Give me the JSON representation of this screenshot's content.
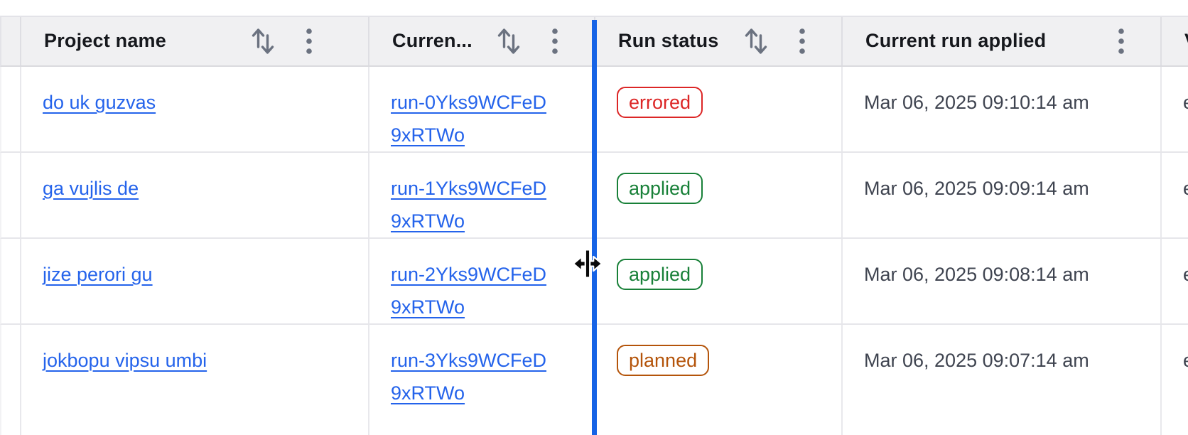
{
  "header": {
    "columns": [
      {
        "id": "row-index",
        "label": ""
      },
      {
        "id": "project-name",
        "label": "Project name",
        "has_sort": true,
        "has_menu": true
      },
      {
        "id": "current-run",
        "label": "Curren...",
        "has_sort": true,
        "has_menu": true
      },
      {
        "id": "run-status",
        "label": "Run status",
        "has_sort": true,
        "has_menu": true
      },
      {
        "id": "current-run-applied",
        "label": "Current run applied",
        "has_sort": false,
        "has_menu": true
      },
      {
        "id": "next-column",
        "label": "V",
        "has_sort": false,
        "has_menu": false
      }
    ]
  },
  "rows": [
    {
      "project_name": "do uk guzvas",
      "current_run": "run-0Yks9WCFeD9xRTWo",
      "run_status": "errored",
      "current_run_applied": "Mar 06, 2025 09:10:14 am",
      "next_cell": "e"
    },
    {
      "project_name": "ga vujlis de",
      "current_run": "run-1Yks9WCFeD9xRTWo",
      "run_status": "applied",
      "current_run_applied": "Mar 06, 2025 09:09:14 am",
      "next_cell": "e"
    },
    {
      "project_name": "jize perori gu",
      "current_run": "run-2Yks9WCFeD9xRTWo",
      "run_status": "applied",
      "current_run_applied": "Mar 06, 2025 09:08:14 am",
      "next_cell": "e"
    },
    {
      "project_name": "jokbopu vipsu umbi",
      "current_run": "run-3Yks9WCFeD9xRTWo",
      "run_status": "planned",
      "current_run_applied": "Mar 06, 2025 09:07:14 am",
      "next_cell": "e"
    }
  ],
  "status_colors": {
    "errored": "#dc2626",
    "applied": "#188038",
    "planned": "#b4540a"
  },
  "colors": {
    "link": "#2463eb",
    "resize_line": "#1663e6",
    "header_bg": "#f0f0f2",
    "row_border": "#e6e6ea",
    "header_text": "#16181d",
    "body_text": "#3f4450",
    "icon_gray": "#6b7280"
  },
  "icons": {
    "sort": "sort-arrows-icon",
    "column_menu": "vertical-ellipsis-icon",
    "resize_cursor": "col-resize-cursor"
  }
}
